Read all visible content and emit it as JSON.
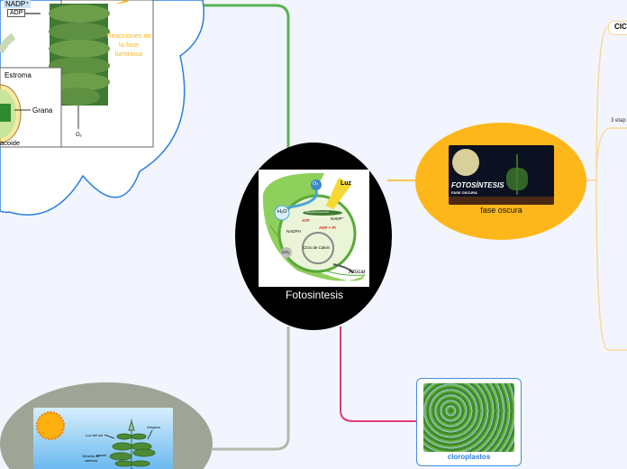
{
  "central": {
    "label": "Fotosintesis",
    "image_labels": {
      "o2": "O₂",
      "luz": "Luz",
      "h2o": "H₂O",
      "atp": "ATP",
      "nadph": "NADPH",
      "nadp": "NADP⁺",
      "adp": "ADP + Pi",
      "calvin": "Ciclo de Calvin",
      "co2": "CO₂",
      "azucar": "Azúcar",
      "reacciones": "Reacciones luminosas"
    }
  },
  "cloud_node": {
    "image_labels": {
      "nadp": "NADP⁺",
      "adp": "ADP",
      "reacciones": "Reacciones de la fase luminosa",
      "estroma": "Estroma",
      "grana": "Grana",
      "tilacoide": "acoide",
      "o2": "O₂"
    }
  },
  "dark_phase": {
    "label": "fase oscura",
    "image_title": "FOTOSÍNTESIS",
    "image_subtitle": "FASE OSCURA"
  },
  "chloroplasts": {
    "label": "cloroplastos"
  },
  "bottom_node": {
    "image_labels": {
      "luz": "Luz del sol",
      "oxigeno": "Oxígeno",
      "co2": "Dióxido de carbono"
    }
  },
  "right_branch": {
    "node_label": "CIC",
    "text": "3 etap"
  },
  "colors": {
    "background": "#f2f5fd",
    "green_branch": "#5cb14f",
    "grey_branch": "#b5b8ad",
    "pink_branch": "#e03a78",
    "orange": "#fdb71a",
    "blue_border": "#3d8ee6",
    "central": "#000000",
    "bottom_node": "#9ea596"
  }
}
